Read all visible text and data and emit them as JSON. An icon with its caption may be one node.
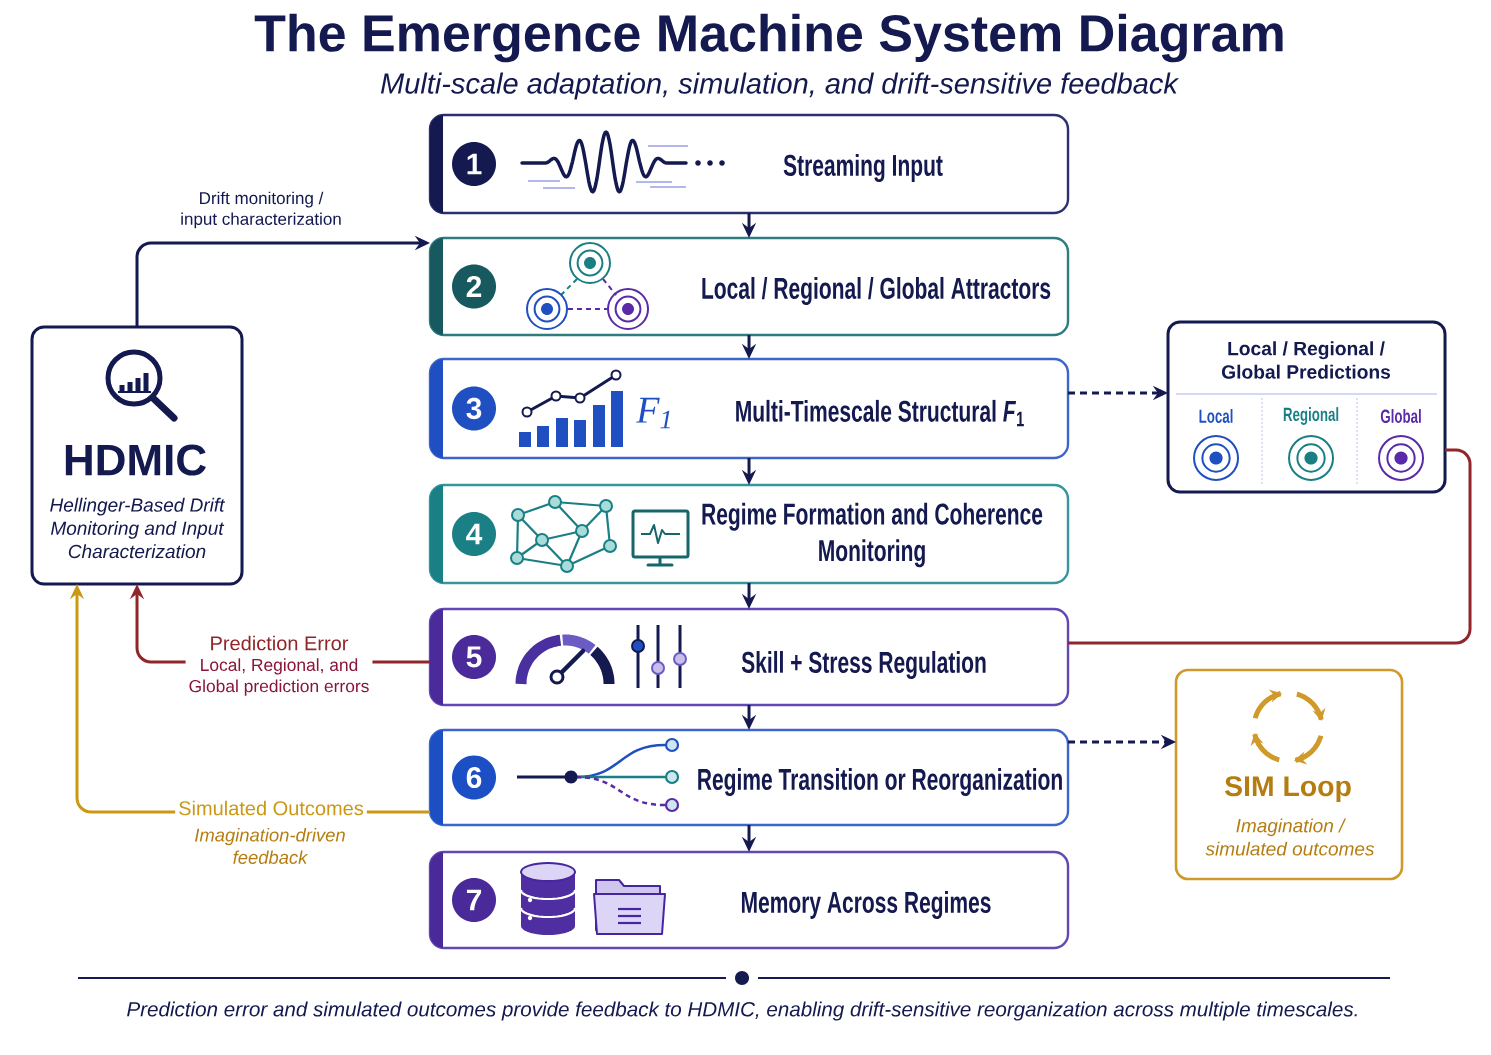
{
  "diagram": {
    "title": "The Emergence Machine System Diagram",
    "caption": "Prediction error and simulated outcomes provide feedback to HDMIC, enabling drift-sensitive reorganization across multiple timescales.",
    "nodes": [
      {
        "text": [
          "HDMIC",
          "Hellinger-Based Drift Monitoring and Input Characterization"
        ]
      },
      {
        "text": [
          "1",
          "Streaming Input"
        ]
      },
      {
        "text": [
          "2",
          "Local / Regional / Global Attractors"
        ]
      },
      {
        "text": [
          "3",
          "*F*$_{1}$",
          "Multi-Timescale Structural *F*$_{1}$"
        ]
      },
      {
        "text": [
          "4",
          "Regime Formation and Coherence Monitoring"
        ]
      },
      {
        "text": [
          "5",
          "Skill + Stress Regulation"
        ]
      },
      {
        "text": [
          "6",
          "Regime Transition or Reorganization"
        ]
      },
      {
        "text": [
          "7",
          "Memory Across Regimes"
        ]
      },
      {
        "text": [
          "Local / Regional / Global Predictions",
          "Local",
          "Regional",
          "Global"
        ]
      },
      {
        "text": [
          "SIM Loop",
          "Imagination / simulated outcomes"
        ]
      }
    ],
    "edges": [
      {
        "from": 0,
        "to": 2,
        "arrow": "to",
        "label": "Drift monitoring / input characterization"
      },
      {
        "from": 1,
        "to": 2,
        "arrow": "to"
      },
      {
        "from": 2,
        "to": 3,
        "arrow": "to"
      },
      {
        "from": 3,
        "to": 4,
        "arrow": "to"
      },
      {
        "from": 4,
        "to": 5,
        "arrow": "to"
      },
      {
        "from": 5,
        "to": 6,
        "arrow": "to"
      },
      {
        "from": 6,
        "to": 7,
        "arrow": "to"
      },
      {
        "from": 3,
        "to": 8,
        "arrow": "to",
        "style": "dashed"
      },
      {
        "from": 6,
        "to": 9,
        "arrow": "to",
        "style": "dashed"
      },
      {
        "from": 8,
        "to": 5,
        "arrow": "none",
        "color": "#8a1538"
      },
      {
        "from": 5,
        "to": 0,
        "arrow": "to",
        "label": "Prediction Error",
        "color": "#8a1538"
      },
      {
        "from": 6,
        "to": 0,
        "arrow": "to",
        "label": "Simulated Outcomes",
        "color": "#c8901a"
      }
    ],
    "labels": [
      "Multi-scale adaptation, simulation, and drift-sensitive feedback",
      "Local, Regional, and Global prediction errors",
      "Imagination-driven feedback"
    ]
  }
}
